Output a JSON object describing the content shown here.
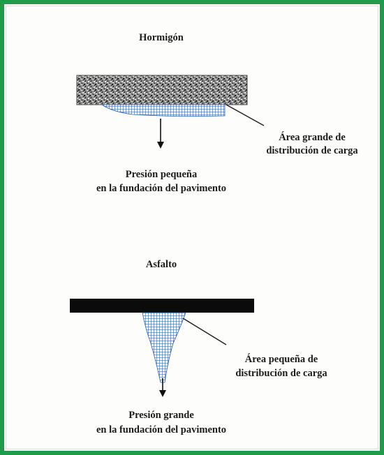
{
  "diagram": {
    "concrete": {
      "title": "Hormigón",
      "callout_line1": "Área grande de",
      "callout_line2": "distribución de carga",
      "result_line1": "Presión pequeña",
      "result_line2": "en la fundación del pavimento"
    },
    "asphalt": {
      "title": "Asfalto",
      "callout_line1": "Área pequeña de",
      "callout_line2": "distribución de carga",
      "result_line1": "Presión grande",
      "result_line2": "en la fundación del pavimento"
    }
  },
  "colors": {
    "frame": "#1f9b4a",
    "pressure_fill": "#3a6fc4",
    "asphalt_slab": "#0b0b0b",
    "text": "#1c1c1c"
  }
}
